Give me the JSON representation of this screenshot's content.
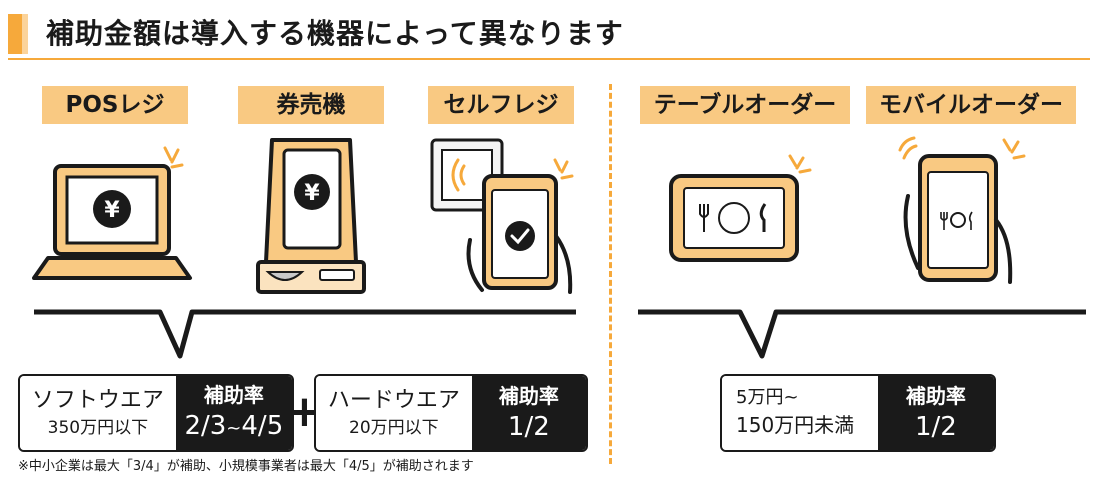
{
  "header": {
    "title": "補助金額は導入する機器によって異なります",
    "accent_color": "#f6a93b"
  },
  "labels": {
    "pos": "POSレジ",
    "ticket": "券売機",
    "self": "セルフレジ",
    "table": "テーブルオーダー",
    "mobile": "モバイルオーダー"
  },
  "icons": {
    "yen_symbol": "¥"
  },
  "left_group": {
    "software": {
      "title": "ソフトウエア",
      "amount": "350万円以下",
      "rate_label": "補助率",
      "rate_value_a": "2/3",
      "rate_sep": "~",
      "rate_value_b": "4/5"
    },
    "plus": "+",
    "hardware": {
      "title": "ハードウエア",
      "amount": "20万円以下",
      "rate_label": "補助率",
      "rate_value": "1/2"
    }
  },
  "right_group": {
    "amount_line1": "5万円~",
    "amount_line2": "150万円未満",
    "rate_label": "補助率",
    "rate_value": "1/2"
  },
  "footnote": "※中小企業は最大「3/4」が補助、小規模事業者は最大「4/5」が補助されます",
  "colors": {
    "orange": "#f6a93b",
    "light_orange": "#f9c982",
    "dark": "#1a1a1a"
  }
}
